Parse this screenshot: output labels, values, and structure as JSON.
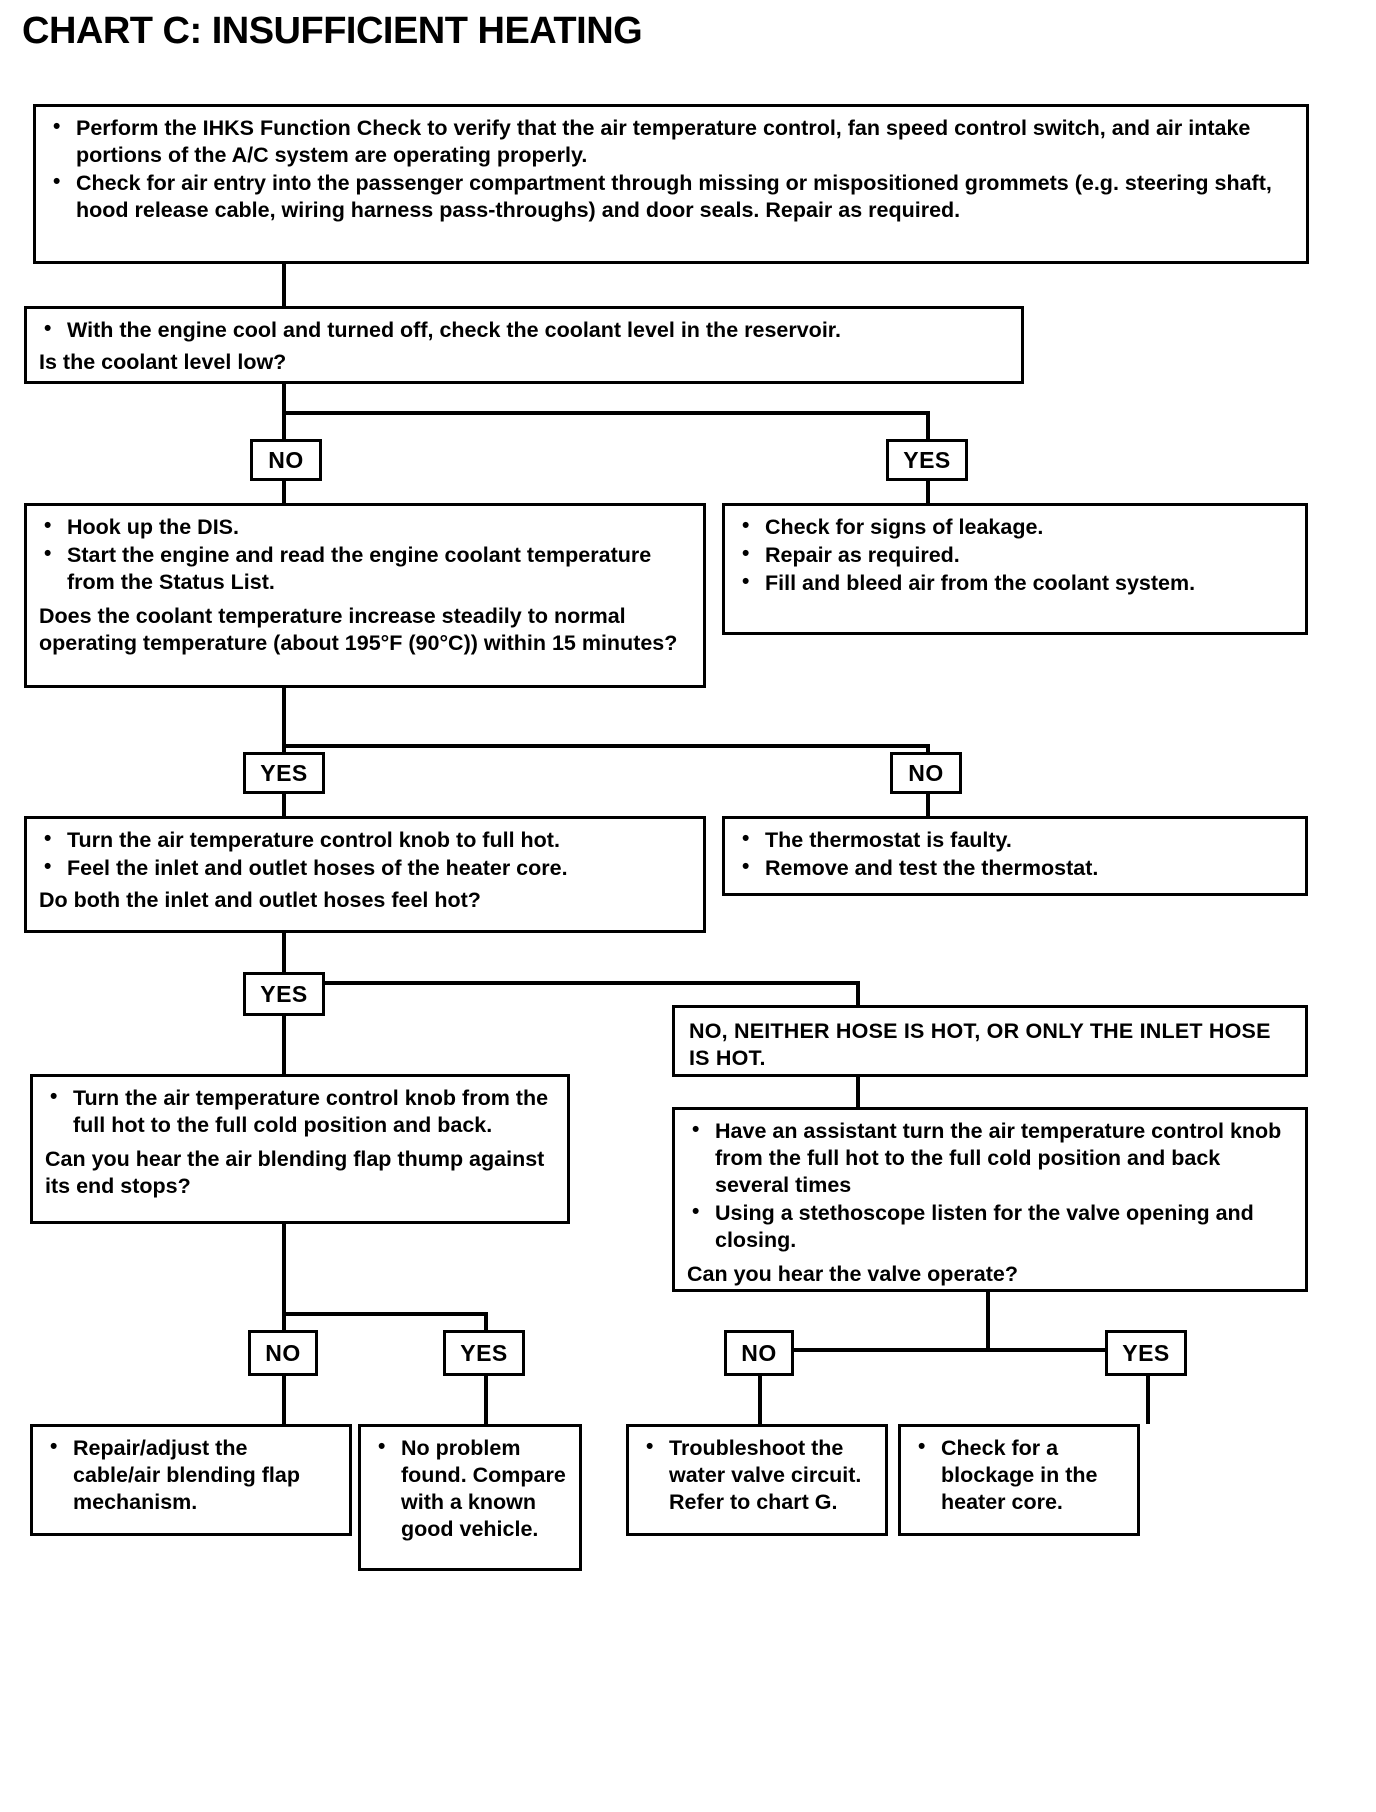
{
  "title": "CHART C: INSUFFICIENT HEATING",
  "labels": {
    "no": "NO",
    "yes": "YES",
    "no_neither": "NO, NEITHER HOSE IS HOT, OR ONLY THE INLET HOSE IS HOT."
  },
  "nodes": {
    "n1_preliminary": {
      "bullets": [
        "Perform the IHKS Function Check to verify that the air temperature control, fan speed control switch, and air intake portions of the A/C system are operating properly.",
        "Check for air entry into the passenger compartment through missing or mispositioned grommets (e.g. steering shaft, hood release cable, wiring harness pass-throughs) and door seals. Repair as required."
      ]
    },
    "n2_coolant_level": {
      "bullets": [
        "With the engine cool and turned off, check the coolant level in the reservoir."
      ],
      "question": "Is the coolant level low?"
    },
    "n3_dis_check": {
      "bullets": [
        "Hook up the DIS.",
        "Start the engine and read the engine coolant temperature from the Status List."
      ],
      "question": "Does the coolant temperature increase steadily to normal operating temperature (about 195°F (90°C)) within 15 minutes?"
    },
    "n4_leakage": {
      "bullets": [
        "Check for signs of leakage.",
        "Repair as required.",
        "Fill and bleed air from the coolant system."
      ]
    },
    "n5_hoses": {
      "bullets": [
        "Turn the air temperature control knob to full hot.",
        "Feel the inlet and outlet  hoses of the heater core."
      ],
      "question": "Do both the inlet and outlet hoses feel hot?"
    },
    "n6_thermostat": {
      "bullets": [
        "The thermostat is faulty.",
        "Remove and test the thermostat."
      ]
    },
    "n7_blend_flap": {
      "bullets": [
        "Turn the air temperature control knob from the full hot to the full cold position and back."
      ],
      "question": "Can you hear the air blending flap thump against its end stops?"
    },
    "n8_valve_listen": {
      "bullets": [
        "Have an assistant  turn the air temperature control knob from the full hot to the full cold position and back several times",
        "Using a stethoscope listen for the valve opening and closing."
      ],
      "question": "Can you hear the valve operate?"
    },
    "n9_repair_cable": {
      "bullets": [
        "Repair/adjust the cable/air blending flap mechanism."
      ]
    },
    "n10_no_problem": {
      "bullets": [
        "No problem found. Compare with a known good vehicle."
      ]
    },
    "n11_water_valve": {
      "bullets": [
        "Troubleshoot the water valve circuit. Refer to chart G."
      ]
    },
    "n12_blockage": {
      "bullets": [
        "Check for a blockage in the heater core."
      ]
    }
  }
}
